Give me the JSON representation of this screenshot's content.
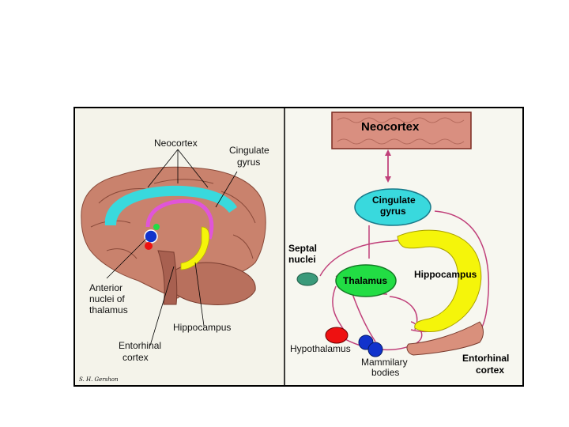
{
  "left_panel": {
    "labels": {
      "neocortex": "Neocortex",
      "cingulate_line1": "Cingulate",
      "cingulate_line2": "gyrus",
      "anterior_line1": "Anterior",
      "anterior_line2": "nuclei of",
      "anterior_line3": "thalamus",
      "hippocampus": "Hippocampus",
      "entorhinal_line1": "Entorhinal",
      "entorhinal_line2": "cortex"
    },
    "signature": "S. H. Gershon"
  },
  "right_panel": {
    "labels": {
      "neocortex": "Neocortex",
      "cingulate_line1": "Cingulate",
      "cingulate_line2": "gyrus",
      "septal_line1": "Septal",
      "septal_line2": "nuclei",
      "thalamus": "Thalamus",
      "hippocampus": "Hippocampus",
      "hypothalamus": "Hypothalamus",
      "mammillary_line1": "Mammilary",
      "mammillary_line2": "bodies",
      "entorhinal_line1": "Entorhinal",
      "entorhinal_line2": "cortex"
    }
  },
  "colors": {
    "brain": "#c9826d",
    "cingulate": "#39d9dd",
    "thalamus": "#22dd44",
    "hippocampus": "#f5f50a",
    "fornix": "#e055d8",
    "pathway": "#c0407a",
    "hypothalamus": "#ee1111",
    "mammillary": "#1133cc",
    "entorhinal": "#d9907c",
    "septal": "#3a9a7a"
  }
}
